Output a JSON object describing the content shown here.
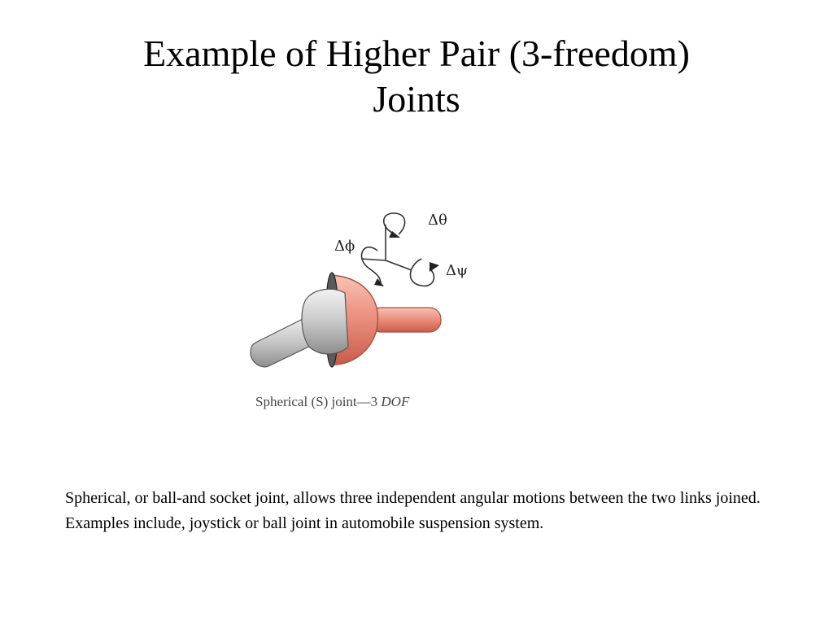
{
  "slide": {
    "title_line1": "Example of Higher Pair (3-freedom)",
    "title_line2": "Joints",
    "body": "Spherical, or ball-and socket joint, allows three independent angular motions between the two links joined. Examples include, joystick or ball joint in automobile suspension system."
  },
  "figure": {
    "caption_main": "Spherical (S) joint—3 ",
    "caption_emph": "DOF",
    "label_theta": "Δθ",
    "label_phi": "Δϕ",
    "label_psi": "Δψ"
  },
  "colors": {
    "link_gray": "#c9c9c9",
    "socket_red": "#e88a7a",
    "outline": "#444444"
  }
}
